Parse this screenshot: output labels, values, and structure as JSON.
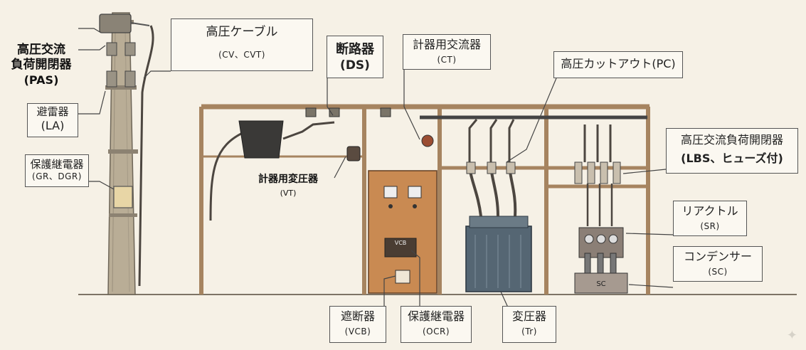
{
  "labels": {
    "pas": {
      "name": "高圧交流\n負荷開閉器",
      "code": "(PAS)"
    },
    "la": {
      "name": "避雷器",
      "code": "(LA)"
    },
    "protect_gr": {
      "name": "保護継電器",
      "code": "(GR、DGR)"
    },
    "cable": {
      "name": "高圧ケーブル",
      "code": "(CV、CVT)"
    },
    "ds": {
      "name": "断路器",
      "code": "(DS)"
    },
    "ct": {
      "name": "計器用交流器",
      "code": "(CT)"
    },
    "pc": {
      "name": "高圧カットアウト(PC)"
    },
    "lbs": {
      "name": "高圧交流負荷開閉器",
      "code": "(LBS、ヒューズ付)"
    },
    "vt": {
      "name": "計器用変圧器",
      "code": "(VT)"
    },
    "sr": {
      "name": "リアクトル",
      "code": "(SR)"
    },
    "sc": {
      "name": "コンデンサー",
      "code": "(SC)"
    },
    "vcb": {
      "name": "遮断器",
      "code": "(VCB)"
    },
    "ocr": {
      "name": "保護継電器",
      "code": "(OCR)"
    },
    "tr": {
      "name": "変圧器",
      "code": "(Tr)"
    }
  },
  "equipment_text": {
    "vcb_plate": "VCB",
    "sc_plate": "SC"
  },
  "colors": {
    "background": "#f6f1e6",
    "pole": "#b9ad96",
    "frame": "#a68460",
    "cabinet": "#c98a52",
    "transformer": "#556673",
    "box_border": "#555555"
  }
}
